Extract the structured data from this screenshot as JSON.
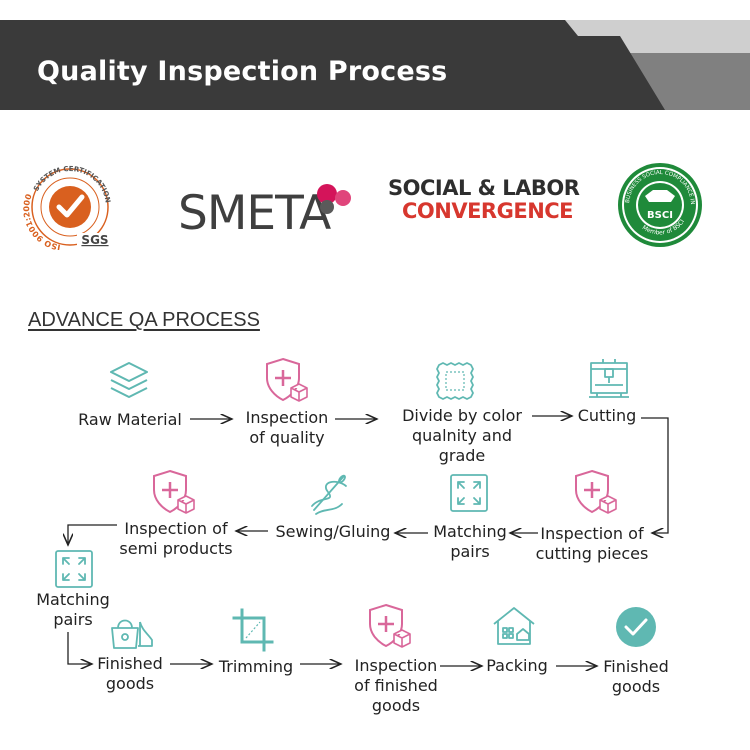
{
  "header": {
    "title": "Quality Inspection Process"
  },
  "logos": {
    "sgs": {
      "ring_top": "SYSTEM CERTIFICATION",
      "ring_left": "ISO 9001:2000",
      "brand": "SGS",
      "color": "#d9601f"
    },
    "smeta": {
      "text": "SMETA",
      "dot_colors": [
        "#d4145a",
        "#e0457b",
        "#f06a8a"
      ]
    },
    "slc": {
      "line1": "SOCIAL & LABOR",
      "line2": "CONVERGENCE",
      "color_line1": "#2e2e2e",
      "color_line2": "#d7372e"
    },
    "bsci": {
      "center": "BSCI",
      "ring_top": "BUSINESS SOCIAL COMPLIANCE INITIATIVE",
      "ring_bottom": "Member of BSCI",
      "color": "#1f8a3a"
    }
  },
  "section_heading": "ADVANCE QA PROCESS",
  "colors": {
    "teal": "#5fb8b2",
    "pink": "#d9679a",
    "text": "#222222",
    "arrow": "#222222"
  },
  "steps": {
    "raw_material": "Raw Material",
    "inspection_quality": "Inspection\nof quality",
    "divide": "Divide by color\nqualnity and\ngrade",
    "cutting": "Cutting",
    "inspection_cutting": "Inspection of\ncutting pieces",
    "matching_pairs_1": "Matching\npairs",
    "sewing": "Sewing/Gluing",
    "inspection_semi": "Inspection of\nsemi products",
    "matching_pairs_2": "Matching\npairs",
    "finished_goods_1": "Finished\ngoods",
    "trimming": "Trimming",
    "inspection_finished": "Inspection\nof finished\ngoods",
    "packing": "Packing",
    "finished_goods_2": "Finished\ngoods"
  },
  "icons": {
    "raw_material": "layers-icon",
    "inspection_quality": "shield-plus-box-icon",
    "divide": "fabric-swatch-icon",
    "cutting": "cutting-machine-icon",
    "inspection_cutting": "shield-plus-box-icon",
    "matching_pairs_1": "expand-arrows-icon",
    "sewing": "needle-thread-icon",
    "inspection_semi": "shield-plus-box-icon",
    "matching_pairs_2": "expand-arrows-icon",
    "finished_goods_1": "bag-and-shoe-icon",
    "trimming": "crop-icon",
    "inspection_finished": "shield-plus-box-icon",
    "packing": "warehouse-icon",
    "finished_goods_2": "check-circle-icon"
  }
}
